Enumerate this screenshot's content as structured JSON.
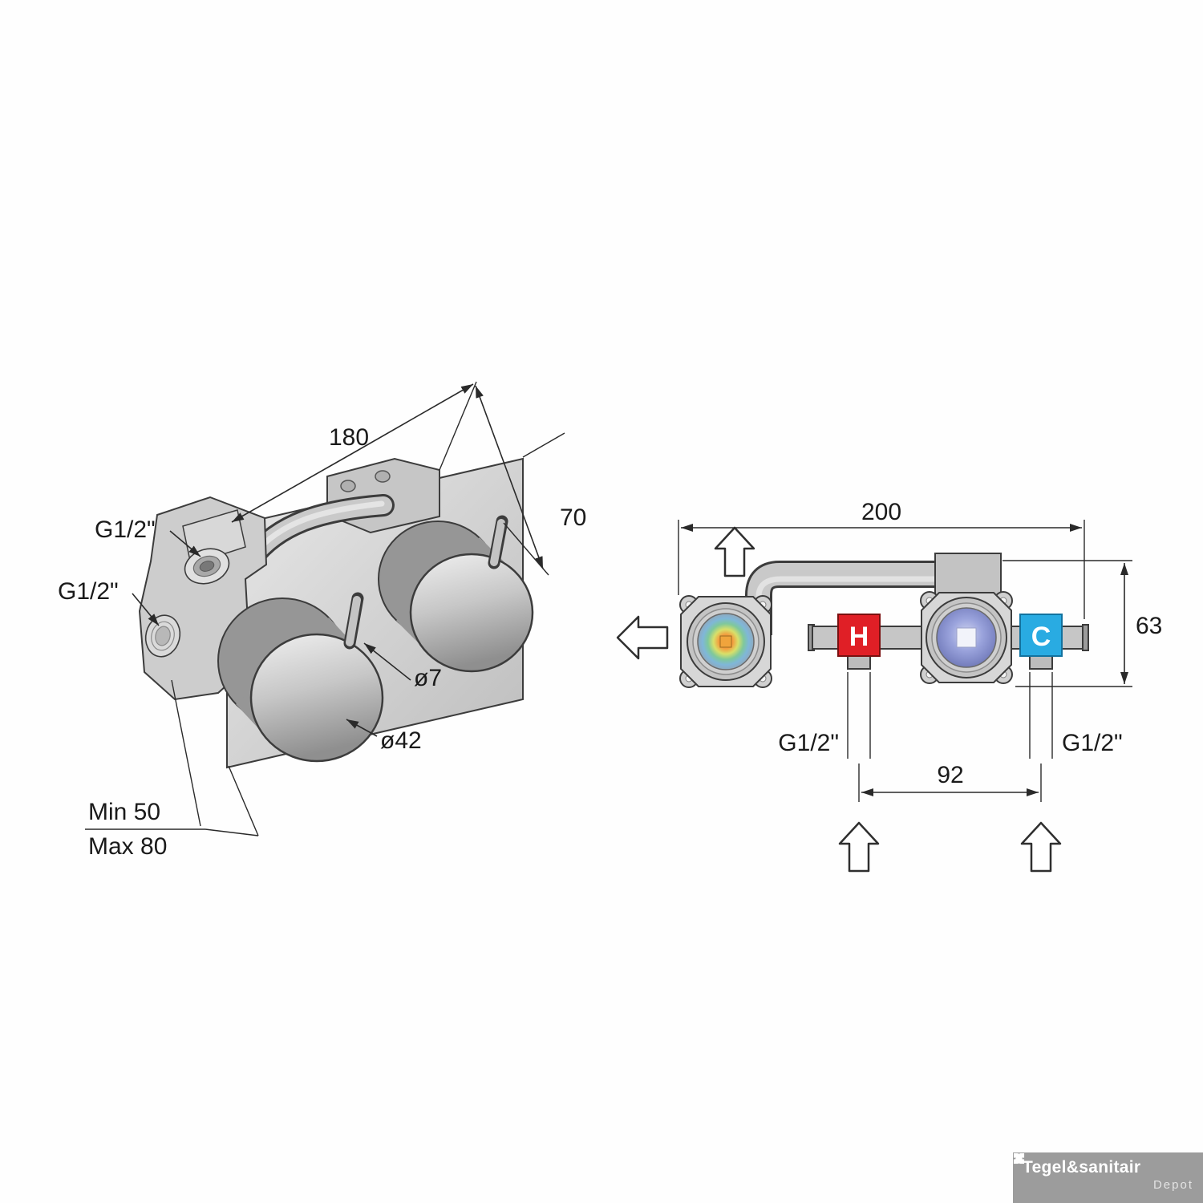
{
  "left_view": {
    "dim_width": "180",
    "dim_height": "70",
    "port_top_label": "G1/2\"",
    "port_bottom_label": "G1/2\"",
    "pin_diameter": "ø7",
    "knob_diameter": "ø42",
    "depth_min": "Min 50",
    "depth_max": "Max 80"
  },
  "right_view": {
    "dim_width": "200",
    "dim_height": "63",
    "hot_label": "H",
    "cold_label": "C",
    "thread_left": "G1/2\"",
    "thread_right": "G1/2\"",
    "dim_spacing": "92"
  },
  "watermark": {
    "brand": "Tegel&sanitair",
    "sub": "Depot"
  },
  "colors": {
    "hot": "#e01f26",
    "cold": "#29abe2"
  }
}
